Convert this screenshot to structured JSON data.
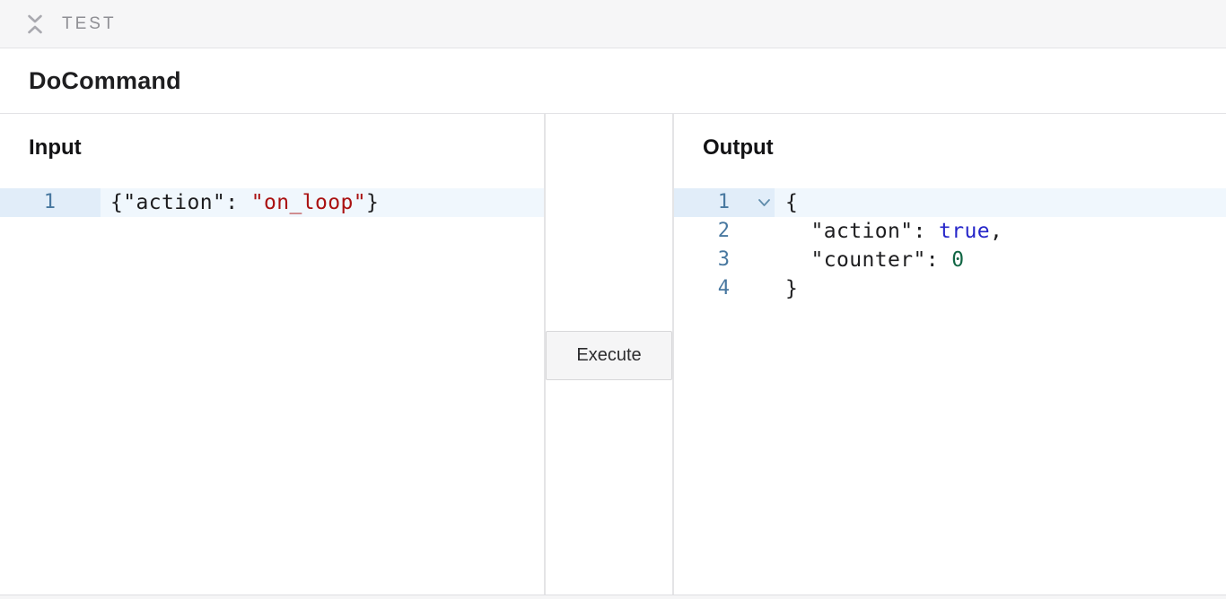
{
  "topbar": {
    "label": "TEST",
    "collapse_icon": "collapse-vertical-icon"
  },
  "header": {
    "title": "DoCommand"
  },
  "input_panel": {
    "heading": "Input",
    "code_text": "{\"action\": \"on_loop\"}",
    "lines": [
      {
        "number": "1",
        "active": true,
        "foldable": false,
        "tokens": [
          {
            "text": "{\"action\": ",
            "type": "plain"
          },
          {
            "text": "\"on_loop\"",
            "type": "string"
          },
          {
            "text": "}",
            "type": "plain"
          }
        ]
      }
    ]
  },
  "controls": {
    "execute_label": "Execute"
  },
  "output_panel": {
    "heading": "Output",
    "code_text": "{\n  \"action\": true,\n  \"counter\": 0\n}",
    "lines": [
      {
        "number": "1",
        "active": true,
        "foldable": true,
        "tokens": [
          {
            "text": "{",
            "type": "plain"
          }
        ]
      },
      {
        "number": "2",
        "active": false,
        "foldable": false,
        "tokens": [
          {
            "text": "  \"action\": ",
            "type": "plain"
          },
          {
            "text": "true",
            "type": "atom"
          },
          {
            "text": ",",
            "type": "plain"
          }
        ]
      },
      {
        "number": "3",
        "active": false,
        "foldable": false,
        "tokens": [
          {
            "text": "  \"counter\": ",
            "type": "plain"
          },
          {
            "text": "0",
            "type": "number"
          }
        ]
      },
      {
        "number": "4",
        "active": false,
        "foldable": false,
        "tokens": [
          {
            "text": "}",
            "type": "plain"
          }
        ]
      }
    ]
  },
  "colors": {
    "topbar_bg": "#f6f6f7",
    "border": "#e3e3e6",
    "line_number": "#4878a0",
    "string": "#aa1111",
    "boolean_atom": "#2626c9",
    "number_value": "#116644",
    "active_line_bg": "#f0f7fd",
    "active_gutter_bg": "#e1edf9",
    "button_bg": "#f5f5f6"
  }
}
